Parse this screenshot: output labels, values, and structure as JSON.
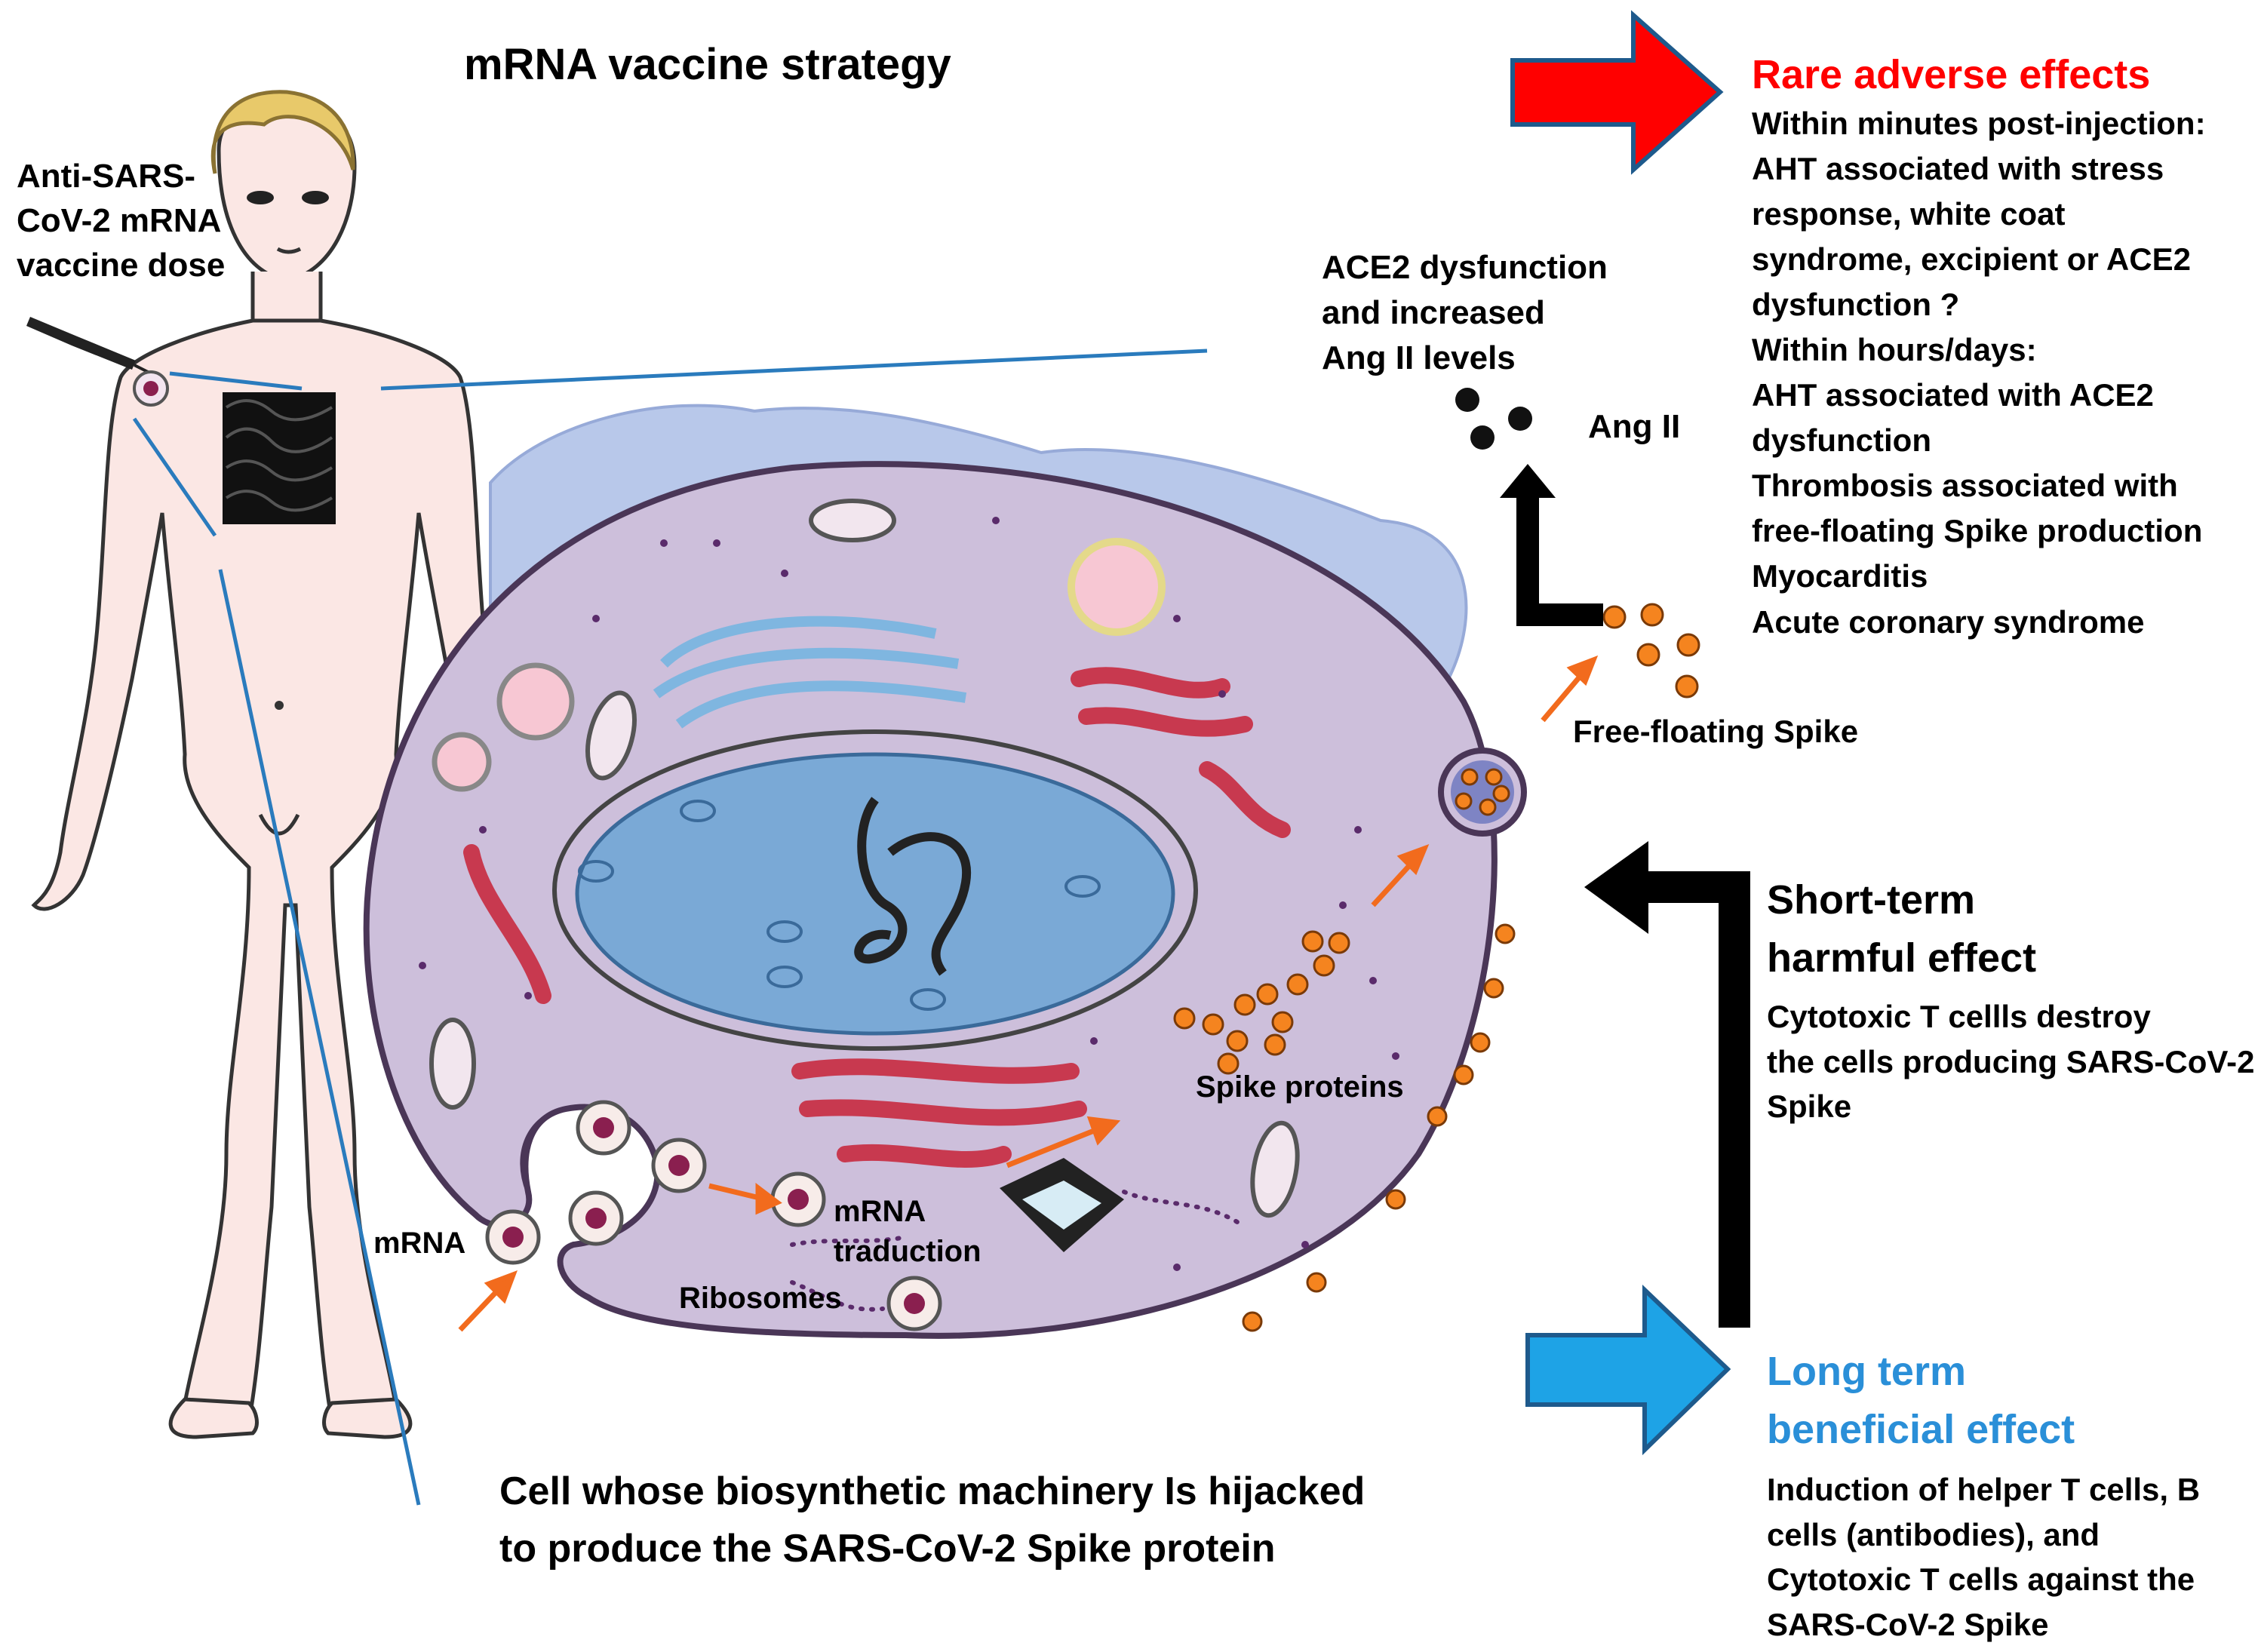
{
  "title": "mRNA vaccine strategy",
  "vaccine_dose_lines": [
    "Anti-SARS-",
    "CoV-2 mRNA",
    "vaccine dose"
  ],
  "ace2_lines": [
    "ACE2 dysfunction",
    "and increased",
    "Ang II levels"
  ],
  "ang_ii": "Ang II",
  "rare_effects": {
    "heading": "Rare adverse effects",
    "lines": [
      "Within minutes post-injection:",
      "AHT associated with stress",
      "response, white coat",
      "syndrome,  excipient or ACE2",
      "dysfunction ?",
      "Within hours/days:",
      "AHT associated with ACE2",
      "dysfunction",
      "Thrombosis associated with",
      "free-floating Spike production",
      "Myocarditis",
      "Acute coronary syndrome"
    ]
  },
  "free_floating_spike": "Free-floating Spike",
  "short_term": {
    "heading_lines": [
      "Short-term",
      "harmful effect"
    ],
    "lines": [
      "Cytotoxic T cellls destroy",
      "the cells producing SARS-CoV-2",
      "Spike"
    ]
  },
  "long_term": {
    "heading_lines": [
      "Long term",
      "beneficial  effect"
    ],
    "lines": [
      "Induction  of  helper T cells, B",
      "cells (antibodies), and",
      "Cytotoxic T cells against the",
      "SARS-CoV-2 Spike"
    ]
  },
  "spike_proteins": "Spike proteins",
  "mrna": "mRNA",
  "mrna_traduction_lines": [
    "mRNA",
    "traduction"
  ],
  "ribosomes": "Ribosomes",
  "cell_caption_lines": [
    "Cell whose  biosynthetic  machinery  Is hijacked",
    "to produce  the SARS-CoV-2 Spike protein"
  ],
  "colors": {
    "adverse_arrow": "#ff0000",
    "beneficial_arrow": "#1ea3e6",
    "arrow_outline": "#1e5a8c",
    "spike": "#f5841f",
    "cell_cytoplasm": "#cdbfdb",
    "nucleus": "#7aa9d6",
    "connector_line": "#2a7bbd",
    "long_term_text": "#2a8fd8"
  },
  "icons": [
    "human-figure",
    "syringe-icon",
    "cell-illustration",
    "red-right-arrow",
    "blue-right-arrow",
    "black-return-arrow"
  ]
}
